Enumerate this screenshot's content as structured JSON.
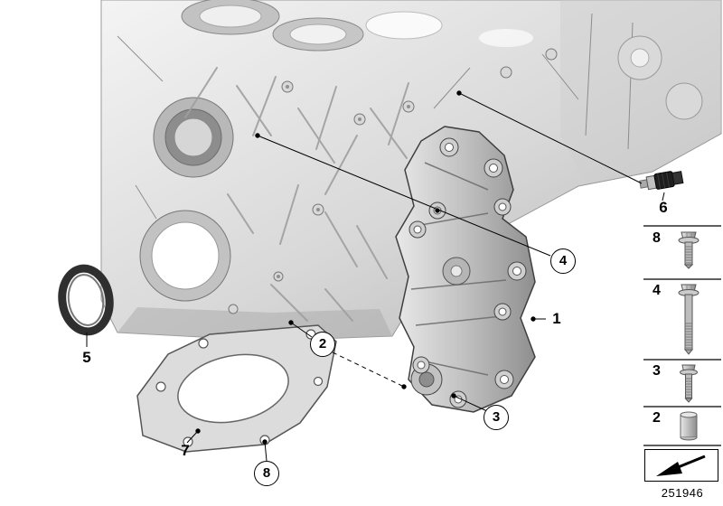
{
  "colors": {
    "background": "#ffffff",
    "line": "#000000",
    "metal_light": "#f2f2f2",
    "metal_mid": "#c9c9c9",
    "metal_dark": "#8f8f8f",
    "sensor_body": "#1e1e1e"
  },
  "callouts": {
    "circled": [
      {
        "label": "4"
      },
      {
        "label": "2"
      },
      {
        "label": "3"
      },
      {
        "label": "8"
      }
    ],
    "plain": [
      {
        "label": "1"
      },
      {
        "label": "5"
      },
      {
        "label": "6"
      },
      {
        "label": "7"
      }
    ]
  },
  "sidebar": {
    "items": [
      {
        "label": "8",
        "part_icon": "flanged-hex-bolt"
      },
      {
        "label": "4",
        "part_icon": "flanged-hex-bolt-long"
      },
      {
        "label": "3",
        "part_icon": "hex-bolt-short"
      },
      {
        "label": "2",
        "part_icon": "bushing-sleeve"
      }
    ],
    "continuation_icon": "corner-arrow"
  },
  "footer": {
    "diagram_number": "251946"
  }
}
